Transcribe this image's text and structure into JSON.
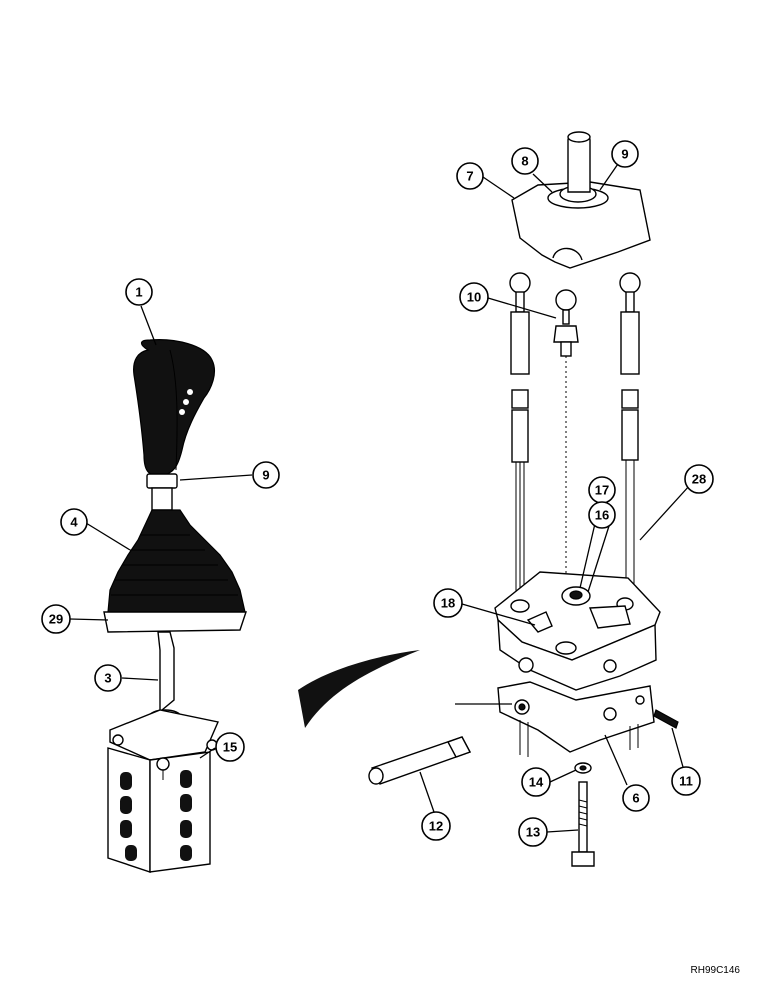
{
  "reference_code": "RH99C146",
  "callouts": [
    {
      "id": "c1",
      "label": "1"
    },
    {
      "id": "c9a",
      "label": "9"
    },
    {
      "id": "c4",
      "label": "4"
    },
    {
      "id": "c29",
      "label": "29"
    },
    {
      "id": "c3",
      "label": "3"
    },
    {
      "id": "c15",
      "label": "15"
    },
    {
      "id": "c7",
      "label": "7"
    },
    {
      "id": "c8",
      "label": "8"
    },
    {
      "id": "c9b",
      "label": "9"
    },
    {
      "id": "c10",
      "label": "10"
    },
    {
      "id": "c17",
      "label": "17"
    },
    {
      "id": "c16",
      "label": "16"
    },
    {
      "id": "c28",
      "label": "28"
    },
    {
      "id": "c18",
      "label": "18"
    },
    {
      "id": "c14",
      "label": "14"
    },
    {
      "id": "c6",
      "label": "6"
    },
    {
      "id": "c11",
      "label": "11"
    },
    {
      "id": "c12",
      "label": "12"
    },
    {
      "id": "c13",
      "label": "13"
    }
  ]
}
